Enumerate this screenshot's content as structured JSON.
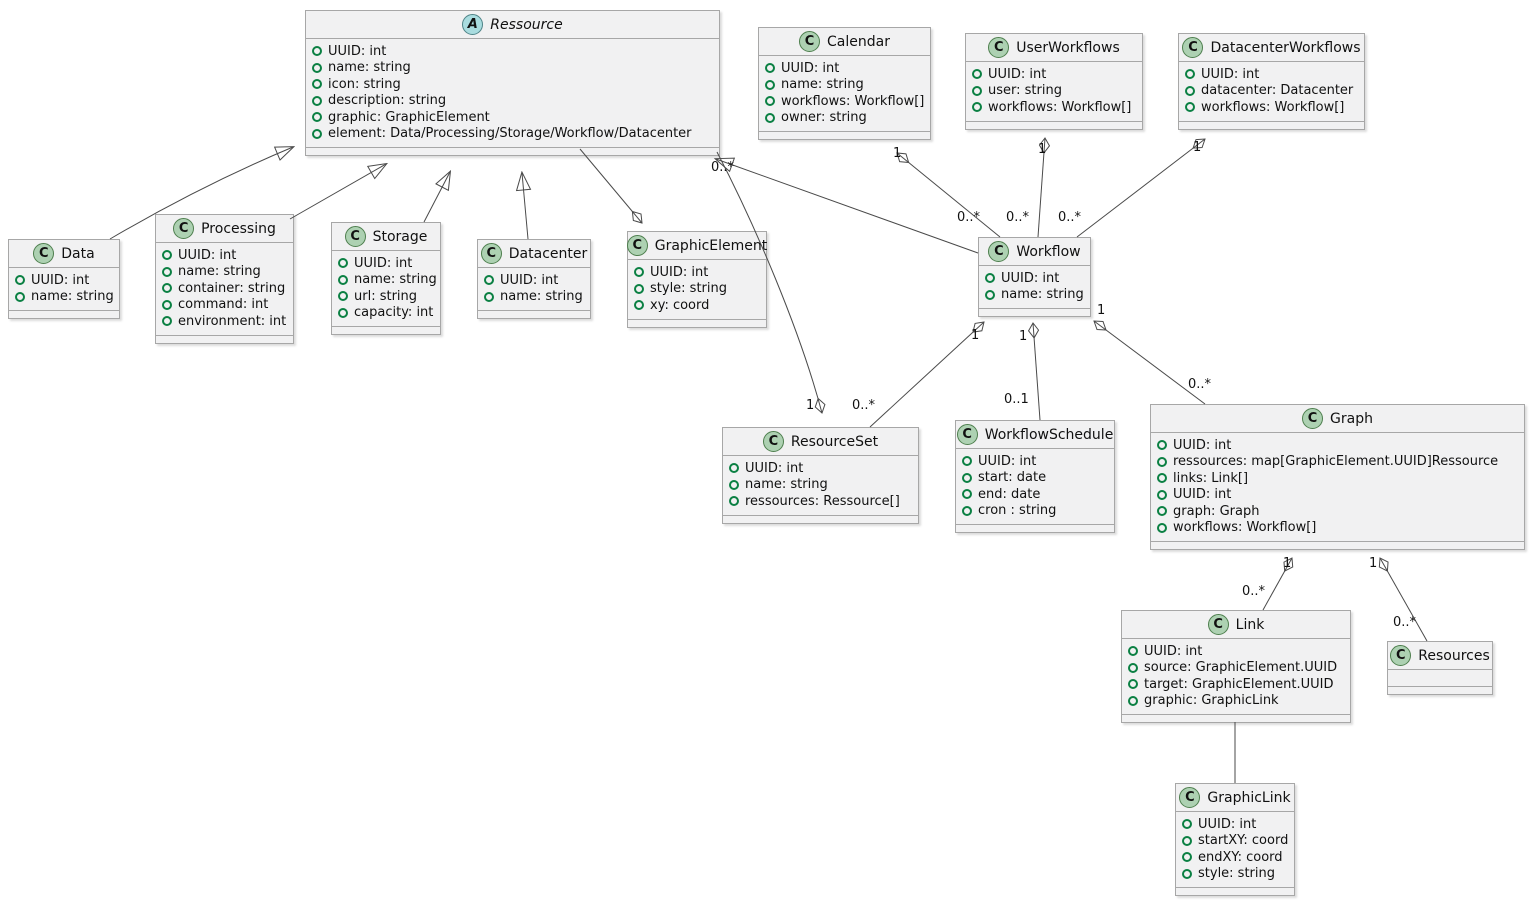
{
  "diagram_type": "uml-class-diagram",
  "classes": [
    {
      "name": "Ressource",
      "stereotype": "A",
      "kind": "abstract class",
      "attributes": [
        "UUID: int",
        "name: string",
        "icon: string",
        "description: string",
        "graphic: GraphicElement",
        "element: Data/Processing/Storage/Workflow/Datacenter"
      ]
    },
    {
      "name": "Calendar",
      "stereotype": "C",
      "kind": "class",
      "attributes": [
        "UUID: int",
        "name: string",
        "workflows: Workflow[]",
        "owner: string"
      ]
    },
    {
      "name": "UserWorkflows",
      "stereotype": "C",
      "kind": "class",
      "attributes": [
        "UUID: int",
        "user: string",
        "workflows: Workflow[]"
      ]
    },
    {
      "name": "DatacenterWorkflows",
      "stereotype": "C",
      "kind": "class",
      "attributes": [
        "UUID: int",
        "datacenter: Datacenter",
        "workflows: Workflow[]"
      ]
    },
    {
      "name": "Data",
      "stereotype": "C",
      "kind": "class",
      "attributes": [
        "UUID: int",
        "name: string"
      ]
    },
    {
      "name": "Processing",
      "stereotype": "C",
      "kind": "class",
      "attributes": [
        "UUID: int",
        "name: string",
        "container: string",
        "command: int",
        "environment: int"
      ]
    },
    {
      "name": "Storage",
      "stereotype": "C",
      "kind": "class",
      "attributes": [
        "UUID: int",
        "name: string",
        "url: string",
        "capacity: int"
      ]
    },
    {
      "name": "Datacenter",
      "stereotype": "C",
      "kind": "class",
      "attributes": [
        "UUID: int",
        "name: string"
      ]
    },
    {
      "name": "GraphicElement",
      "stereotype": "C",
      "kind": "class",
      "attributes": [
        "UUID: int",
        "style: string",
        "xy: coord"
      ]
    },
    {
      "name": "Workflow",
      "stereotype": "C",
      "kind": "class",
      "attributes": [
        "UUID: int",
        "name: string"
      ]
    },
    {
      "name": "ResourceSet",
      "stereotype": "C",
      "kind": "class",
      "attributes": [
        "UUID: int",
        "name: string",
        "ressources: Ressource[]"
      ]
    },
    {
      "name": "WorkflowSchedule",
      "stereotype": "C",
      "kind": "class",
      "attributes": [
        "UUID: int",
        "start: date",
        "end: date",
        "cron : string"
      ]
    },
    {
      "name": "Graph",
      "stereotype": "C",
      "kind": "class",
      "attributes": [
        "UUID: int",
        "ressources: map[GraphicElement.UUID]Ressource",
        "links: Link[]",
        "UUID: int",
        "graph: Graph",
        "workflows: Workflow[]"
      ]
    },
    {
      "name": "Link",
      "stereotype": "C",
      "kind": "class",
      "attributes": [
        "UUID: int",
        "source: GraphicElement.UUID",
        "target: GraphicElement.UUID",
        "graphic: GraphicLink"
      ]
    },
    {
      "name": "Resources",
      "stereotype": "C",
      "kind": "class",
      "attributes": []
    },
    {
      "name": "GraphicLink",
      "stereotype": "C",
      "kind": "class",
      "attributes": [
        "UUID: int",
        "startXY: coord",
        "endXY: coord",
        "style: string"
      ]
    }
  ],
  "edge_labels": [
    "1",
    "0..*",
    "1",
    "0..*",
    "1",
    "0..*",
    "0..*",
    "1",
    "0..*",
    "1",
    "1",
    "0..1",
    "1",
    "0..*",
    "1",
    "0..*",
    "1",
    "0..*"
  ],
  "relationships": [
    {
      "from": "Data",
      "to": "Ressource",
      "type": "inheritance"
    },
    {
      "from": "Processing",
      "to": "Ressource",
      "type": "inheritance"
    },
    {
      "from": "Storage",
      "to": "Ressource",
      "type": "inheritance"
    },
    {
      "from": "Datacenter",
      "to": "Ressource",
      "type": "inheritance"
    },
    {
      "from": "Workflow",
      "to": "Ressource",
      "type": "inheritance"
    },
    {
      "from": "Ressource",
      "to": "GraphicElement",
      "type": "aggregation",
      "diamond_end": "GraphicElement"
    },
    {
      "from": "Workflow",
      "to": "Calendar",
      "type": "aggregation",
      "diamond_end": "Calendar",
      "from_label": "0..*",
      "to_label": "1"
    },
    {
      "from": "Workflow",
      "to": "UserWorkflows",
      "type": "aggregation",
      "diamond_end": "UserWorkflows",
      "from_label": "0..*",
      "to_label": "1"
    },
    {
      "from": "Workflow",
      "to": "DatacenterWorkflows",
      "type": "aggregation",
      "diamond_end": "DatacenterWorkflows",
      "from_label": "0..*",
      "to_label": "1"
    },
    {
      "from": "Ressource",
      "to": "ResourceSet",
      "type": "aggregation",
      "diamond_end": "ResourceSet",
      "from_label": "0..*",
      "to_label": "1"
    },
    {
      "from": "ResourceSet",
      "to": "Workflow",
      "type": "aggregation",
      "diamond_end": "Workflow",
      "from_label": "0..*",
      "to_label": "1"
    },
    {
      "from": "WorkflowSchedule",
      "to": "Workflow",
      "type": "aggregation",
      "diamond_end": "Workflow",
      "from_label": "0..1",
      "to_label": "1"
    },
    {
      "from": "Graph",
      "to": "Workflow",
      "type": "aggregation",
      "diamond_end": "Workflow",
      "from_label": "0..*",
      "to_label": "1"
    },
    {
      "from": "Link",
      "to": "Graph",
      "type": "aggregation",
      "diamond_end": "Graph",
      "from_label": "0..*",
      "to_label": "1"
    },
    {
      "from": "Resources",
      "to": "Graph",
      "type": "aggregation",
      "diamond_end": "Graph",
      "from_label": "0..*",
      "to_label": "1"
    },
    {
      "from": "Link",
      "to": "GraphicLink",
      "type": "association"
    }
  ],
  "colors": {
    "class_fill": "#F1F1F2",
    "class_border": "#A7A7A7",
    "class_badge_fill": "#ADD1B2",
    "abstract_badge_fill": "#A9DCDF",
    "field_dot": "#0B8043",
    "edge": "#4A4A4A",
    "background": "#FFFFFF"
  }
}
